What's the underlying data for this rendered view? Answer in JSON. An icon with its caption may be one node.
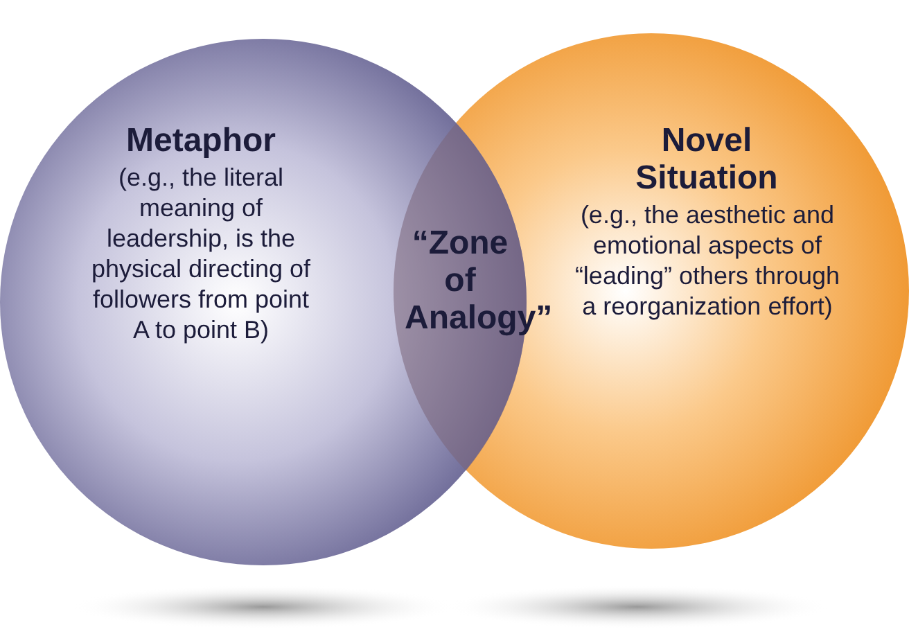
{
  "diagram": {
    "nodes": [
      {
        "text": [
          "Metaphor",
          "(e.g., the literal meaning of leadership, is the physical directing of followers from point A to point B)"
        ]
      },
      {
        "text": [
          "Novel Situation",
          "(e.g., the aesthetic and emotional aspects of “leading” others through a reorganization effort)"
        ]
      },
      {
        "text": [
          "“Zone of Analogy”"
        ]
      }
    ]
  }
}
